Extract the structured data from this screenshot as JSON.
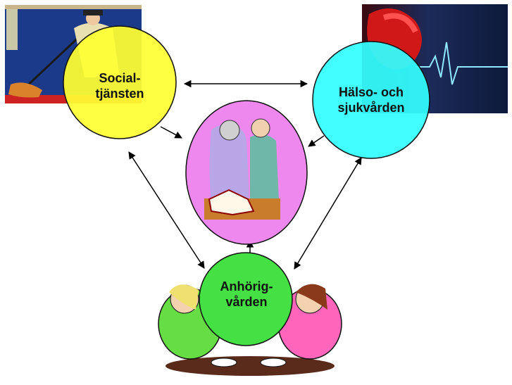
{
  "nodes": {
    "social": {
      "label": "Social-\ntjänsten",
      "fill": "#ffff33"
    },
    "health": {
      "label": "Hälso- och\nsjukvården",
      "fill": "#33ffff"
    },
    "center": {
      "fill": "#ee88ee"
    },
    "relatives": {
      "label": "Anhörig-\nvården",
      "fill": "#44e044"
    }
  },
  "colors": {
    "stroke": "#111111",
    "arrow": "#000000"
  },
  "pictures": {
    "cleaner": "cleaning-worker-with-mop-clipart",
    "heart": "heart-with-ecg-line-image",
    "couple": "elderly-couple-reading-photo-album-clipart",
    "women": "two-women-having-coffee-clipart"
  }
}
